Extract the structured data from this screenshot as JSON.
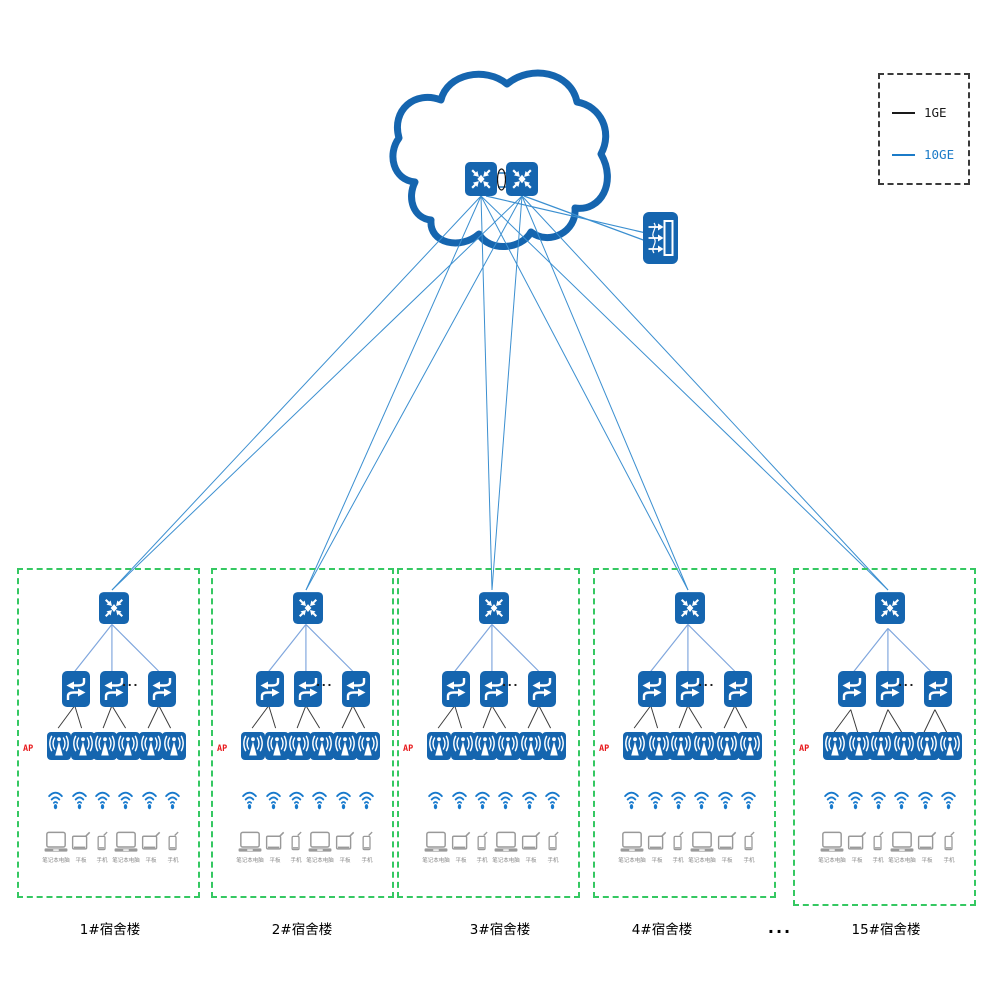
{
  "legend": {
    "items": [
      {
        "label": "1GE",
        "color": "#1a1a1a"
      },
      {
        "label": "10GE",
        "color": "#1B7BC8"
      }
    ]
  },
  "core_network": {
    "core_switch_count": 2,
    "stack_link": "stacked-pair",
    "ac_controller": "wireless-ac-controller"
  },
  "icons": {
    "core_switch": "crossed-arrows-switch",
    "access_switch": "double-arrow-switch",
    "ap": "antenna-access-point",
    "wifi": "wifi-signal",
    "laptop": "laptop",
    "tablet": "tablet",
    "phone": "phone",
    "ac": "wireless-ac-controller"
  },
  "buildings": [
    {
      "label": "1#宿舍楼"
    },
    {
      "label": "2#宿舍楼"
    },
    {
      "label": "3#宿舍楼"
    },
    {
      "label": "4#宿舍楼"
    },
    {
      "label": "15#宿舍楼"
    }
  ],
  "buildings_ellipsis": "...",
  "building_content": {
    "ap_label": "AP",
    "access_switch_count": 3,
    "access_switch_ellipsis": "...",
    "ap_count": 6,
    "wifi_signal_count": 6,
    "device_labels": [
      "笔记本电脑",
      "平板",
      "手机",
      "笔记本电脑",
      "平板",
      "手机"
    ]
  },
  "colors": {
    "device_blue": "#1565AF",
    "trunk_line_blue": "#3B8FD0",
    "intra_link_blue": "#7FA6DD",
    "access_link_black": "#3a3a3a",
    "building_border_green": "#35C862",
    "ap_label_red": "#E8191C"
  }
}
